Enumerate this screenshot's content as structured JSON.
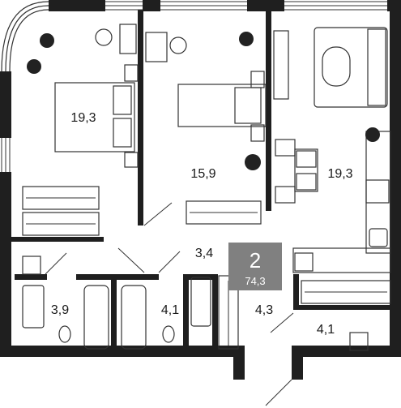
{
  "rooms": [
    {
      "id": "bedroom-left",
      "area": "19,3"
    },
    {
      "id": "bedroom-middle",
      "area": "15,9"
    },
    {
      "id": "kitchen-living",
      "area": "19,3"
    },
    {
      "id": "hall",
      "area": "3,4"
    },
    {
      "id": "bathroom-left",
      "area": "3,9"
    },
    {
      "id": "bathroom-right",
      "area": "4,1"
    },
    {
      "id": "corridor",
      "area": "4,3"
    },
    {
      "id": "entrance-hall",
      "area": "4,1"
    }
  ],
  "badge": {
    "rooms": "2",
    "total_area": "74,3",
    "color": "#808080"
  },
  "colors": {
    "wall": "#1f1f1f",
    "line": "#333333",
    "plant": "#222222"
  }
}
